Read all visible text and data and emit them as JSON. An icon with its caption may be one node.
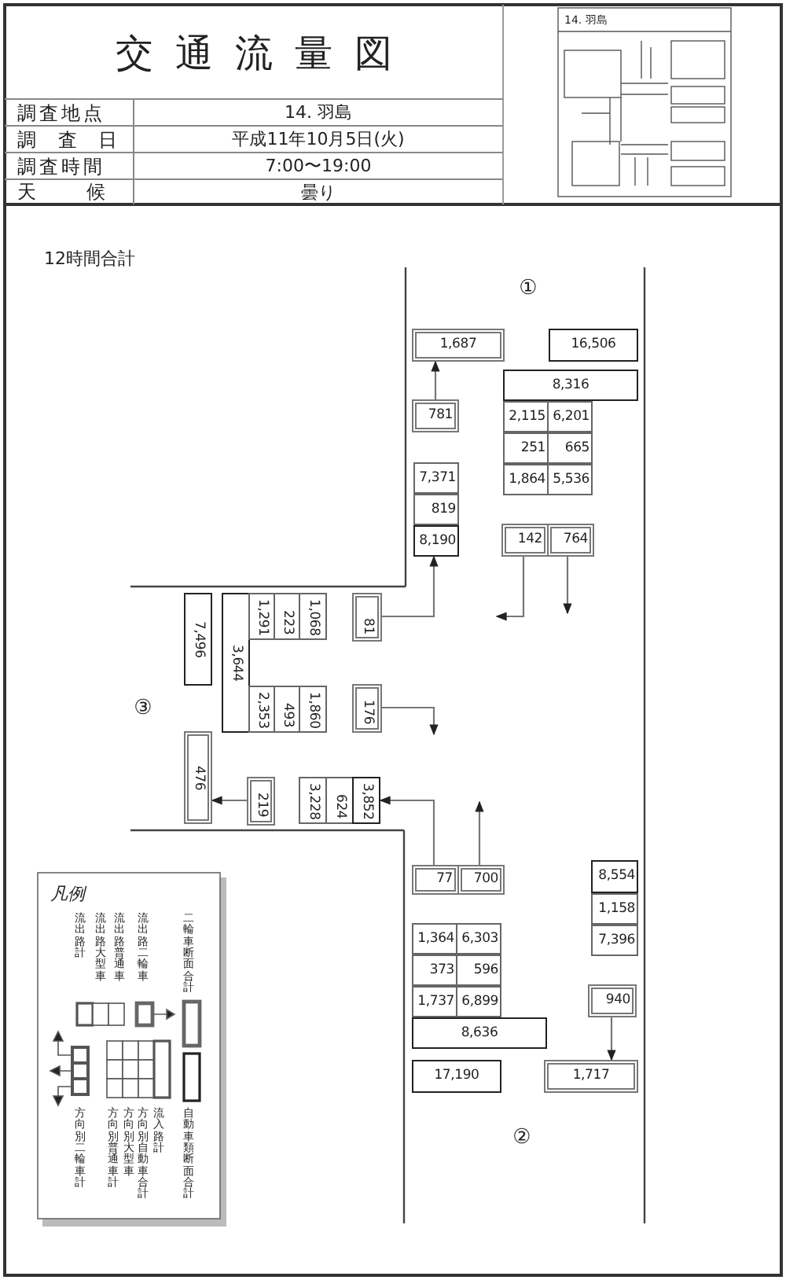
{
  "diagram": {
    "title": "交通流量図",
    "nodes": [
      {
        "text": [
          "1,687"
        ]
      },
      {
        "text": [
          "16,506"
        ]
      },
      {
        "text": [
          "8,316"
        ]
      },
      {
        "text": [
          "781"
        ]
      },
      {
        "text": [
          "2,115"
        ]
      },
      {
        "text": [
          "6,201"
        ]
      },
      {
        "text": [
          "251"
        ]
      },
      {
        "text": [
          "665"
        ]
      },
      {
        "text": [
          "7,371"
        ]
      },
      {
        "text": [
          "1,864"
        ]
      },
      {
        "text": [
          "5,536"
        ]
      },
      {
        "text": [
          "819"
        ]
      },
      {
        "text": [
          "8,190"
        ]
      },
      {
        "text": [
          "142"
        ]
      },
      {
        "text": [
          "764"
        ]
      },
      {
        "text": [
          "7,496"
        ]
      },
      {
        "text": [
          "3,644"
        ]
      },
      {
        "text": [
          "1,291"
        ]
      },
      {
        "text": [
          "223"
        ]
      },
      {
        "text": [
          "1,068"
        ]
      },
      {
        "text": [
          "81"
        ]
      },
      {
        "text": [
          "2,353"
        ]
      },
      {
        "text": [
          "493"
        ]
      },
      {
        "text": [
          "1,860"
        ]
      },
      {
        "text": [
          "176"
        ]
      },
      {
        "text": [
          "476"
        ]
      },
      {
        "text": [
          "219"
        ]
      },
      {
        "text": [
          "3,228"
        ]
      },
      {
        "text": [
          "624"
        ]
      },
      {
        "text": [
          "3,852"
        ]
      },
      {
        "text": [
          "77"
        ]
      },
      {
        "text": [
          "700"
        ]
      },
      {
        "text": [
          "8,554"
        ]
      },
      {
        "text": [
          "1,158"
        ]
      },
      {
        "text": [
          "7,396"
        ]
      },
      {
        "text": [
          "1,364"
        ]
      },
      {
        "text": [
          "6,303"
        ]
      },
      {
        "text": [
          "373"
        ]
      },
      {
        "text": [
          "596"
        ]
      },
      {
        "text": [
          "940"
        ]
      },
      {
        "text": [
          "1,737"
        ]
      },
      {
        "text": [
          "6,899"
        ]
      },
      {
        "text": [
          "8,636"
        ]
      },
      {
        "text": [
          "17,190"
        ]
      },
      {
        "text": [
          "1,717"
        ]
      }
    ],
    "edges": [
      {
        "from": 3,
        "to": 0,
        "arrow": "to"
      },
      {
        "from": 20,
        "to": 12,
        "arrow": "to"
      },
      {
        "from": 13,
        "to": null,
        "arrow": "to"
      },
      {
        "from": 14,
        "to": null,
        "arrow": "to"
      },
      {
        "from": 24,
        "to": null,
        "arrow": "to"
      },
      {
        "from": 26,
        "to": 25,
        "arrow": "to"
      },
      {
        "from": 30,
        "to": 29,
        "arrow": "to"
      },
      {
        "from": 31,
        "to": null,
        "arrow": "to"
      },
      {
        "from": 39,
        "to": 44,
        "arrow": "to"
      }
    ],
    "labels": [
      "調査地点",
      "14. 羽島",
      "調 査 日",
      "平成11年10月5日(火)",
      "調査時間",
      "7:00〜19:00",
      "天 候",
      "曇り",
      "14. 羽島",
      "12時間合計",
      "①",
      "③",
      "②",
      "凡例"
    ],
    "legend": [
      {
        "text": "流出路計"
      },
      {
        "text": "流出路大型車"
      },
      {
        "text": "流出路普通車"
      },
      {
        "text": "流出路二輪車"
      },
      {
        "text": "二輪車断面合計"
      },
      {
        "text": "方向別二輪車計"
      },
      {
        "text": "方向別普通車計"
      },
      {
        "text": "方向別大型車"
      },
      {
        "text": "方向別自動車合計"
      },
      {
        "text": "流入路計"
      },
      {
        "text": "自動車類断面合計"
      }
    ]
  }
}
